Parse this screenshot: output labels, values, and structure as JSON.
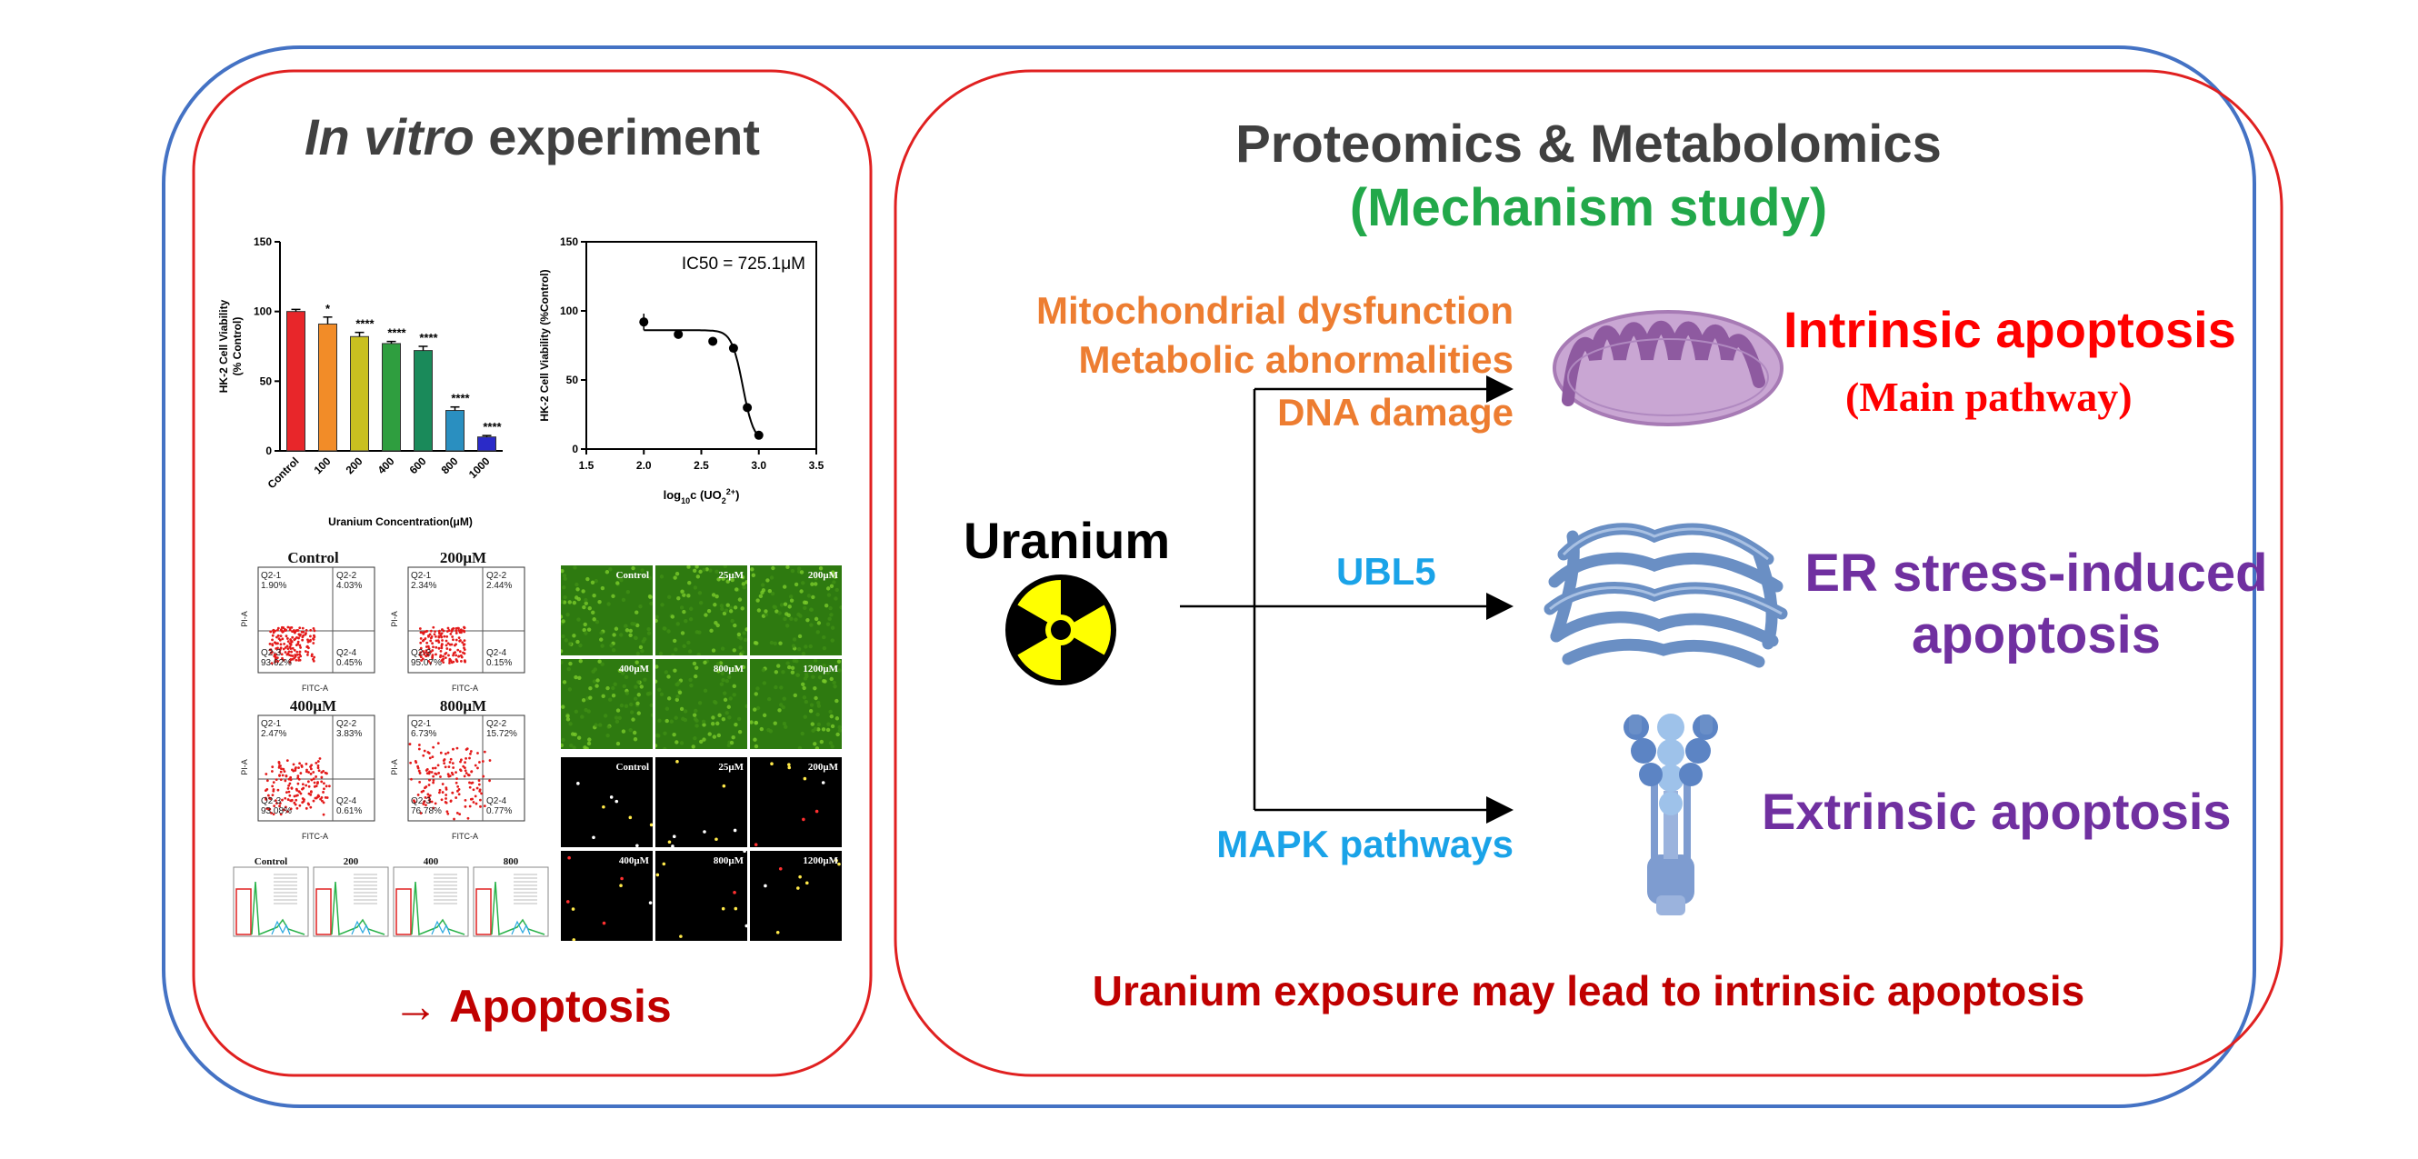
{
  "left_panel": {
    "title_italic": "In vitro",
    "title_rest": " experiment",
    "result": "→ Apoptosis"
  },
  "right_panel": {
    "title": "Proteomics & Metabolomics",
    "subtitle": "(Mechanism study)",
    "source": "Uranium",
    "mechanisms": [
      "Mitochondrial dysfunction",
      "Metabolic abnormalities",
      "DNA damage"
    ],
    "ubl5": "UBL5",
    "mapk": "MAPK pathways",
    "outcomes": {
      "intrinsic": "Intrinsic apoptosis",
      "main_pathway": "(Main pathway)",
      "er_line1": "ER stress-induced",
      "er_line2": "apoptosis",
      "extrinsic": "Extrinsic apoptosis"
    },
    "conclusion": "Uranium exposure may lead to intrinsic apoptosis"
  },
  "colors": {
    "outer_border": "#4472c4",
    "inner_border": "#e02020",
    "title_gray": "#404040",
    "green": "#22a84a",
    "orange": "#ed7d31",
    "red": "#ff0000",
    "dark_red": "#c00000",
    "purple": "#7030a0",
    "cyan": "#1aa3e8"
  },
  "chart_data": [
    {
      "type": "bar",
      "categories": [
        "Control",
        "100",
        "200",
        "400",
        "600",
        "800",
        "1000"
      ],
      "values": [
        100,
        91,
        82,
        77,
        72,
        29,
        10
      ],
      "errors": [
        1.5,
        5,
        3,
        1.5,
        3,
        2.5,
        1
      ],
      "significance": [
        "",
        "*",
        "****",
        "****",
        "****",
        "****",
        "****"
      ],
      "bar_colors": [
        "#e8262a",
        "#f28c28",
        "#c9c020",
        "#2f9e3f",
        "#1a8a5a",
        "#2a8fc0",
        "#2a2ac8"
      ],
      "xlabel": "Uranium Concentration(μM)",
      "ylabel": "HK-2 Cell Viability (% Control)",
      "ylim": [
        0,
        150
      ],
      "yticks": [
        "0",
        "50",
        "100",
        "150"
      ]
    },
    {
      "type": "scatter",
      "x": [
        2.0,
        2.3,
        2.6,
        2.78,
        2.9,
        3.0
      ],
      "y": [
        92,
        83,
        78,
        73,
        30,
        10
      ],
      "errors": [
        6,
        0,
        0,
        3,
        3,
        0
      ],
      "annotation": "IC50 = 725.1μM",
      "xlabel_main": "log",
      "xlabel_sub": "10",
      "xlabel_mid": "c (UO",
      "xlabel_sub2": "2",
      "xlabel_sup": "2+",
      "xlabel_end": ")",
      "ylabel": "HK-2 Cell Viability (%Control)",
      "xlim": [
        1.5,
        3.5
      ],
      "ylim": [
        0,
        150
      ],
      "xticks": [
        "1.5",
        "2.0",
        "2.5",
        "3.0",
        "3.5"
      ],
      "yticks": [
        "0",
        "50",
        "100",
        "150"
      ]
    }
  ],
  "flow_cytometry": [
    {
      "title": "Control",
      "q1": "Q2-1\n1.90%",
      "q2": "Q2-2\n4.03%",
      "q3": "Q2-3\n93.62%",
      "q4": "Q2-4\n0.45%"
    },
    {
      "title": "200μM",
      "q1": "Q2-1\n2.34%",
      "q2": "Q2-2\n2.44%",
      "q3": "Q2-3\n95.07%",
      "q4": "Q2-4\n0.15%"
    },
    {
      "title": "400μM",
      "q1": "Q2-1\n2.47%",
      "q2": "Q2-2\n3.83%",
      "q3": "Q2-3\n93.08%",
      "q4": "Q2-4\n0.61%"
    },
    {
      "title": "800μM",
      "q1": "Q2-1\n6.73%",
      "q2": "Q2-2\n15.72%",
      "q3": "Q2-3\n76.78%",
      "q4": "Q2-4\n0.77%"
    }
  ],
  "flow_axes": {
    "x": "FITC-A",
    "y": "PI-A"
  },
  "fluorescence_top": [
    "Control",
    "25μM",
    "200μM",
    "400μM",
    "800μM",
    "1200μM"
  ],
  "fluorescence_bottom": [
    "Control",
    "25μM",
    "200μM",
    "400μM",
    "800μM",
    "1200μM"
  ],
  "histograms": [
    "Control",
    "200",
    "400",
    "800"
  ]
}
